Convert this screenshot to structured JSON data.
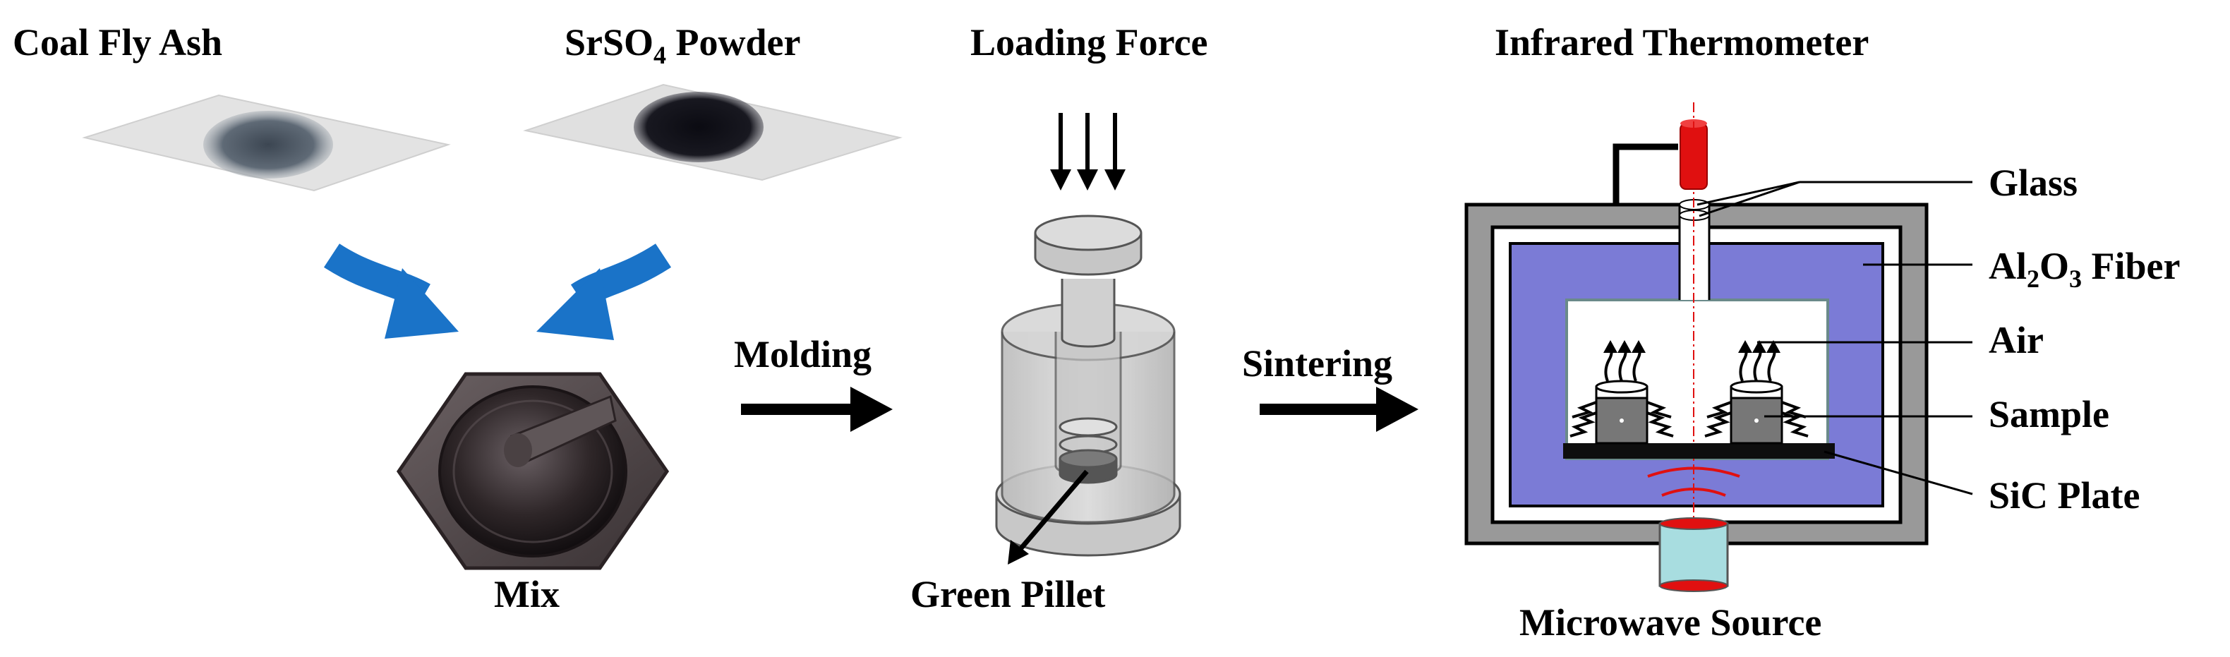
{
  "labels": {
    "coal_fly_ash": "Coal Fly Ash",
    "srso4_pre": "SrSO",
    "srso4_sub": "4",
    "srso4_post": " Powder",
    "mix": "Mix",
    "molding": "Molding",
    "loading_force": "Loading Force",
    "green_pillet": "Green Pillet",
    "sintering": "Sintering",
    "infrared_thermometer": "Infrared Thermometer",
    "glass": "Glass",
    "al2o3_a": "Al",
    "al2o3_sub1": "2",
    "al2o3_b": "O",
    "al2o3_sub2": "3",
    "al2o3_c": " Fiber",
    "air": "Air",
    "sample": "Sample",
    "sic_plate": "SiC Plate",
    "microwave_source": "Microwave Source"
  },
  "colors": {
    "blue_arrow": "#1a73c8",
    "insulation": "#7b7bd6",
    "casing": "#999999",
    "thermometer_red": "#e01010",
    "microwave_cyan": "#a8dde0",
    "mortar": "#4a4143"
  }
}
